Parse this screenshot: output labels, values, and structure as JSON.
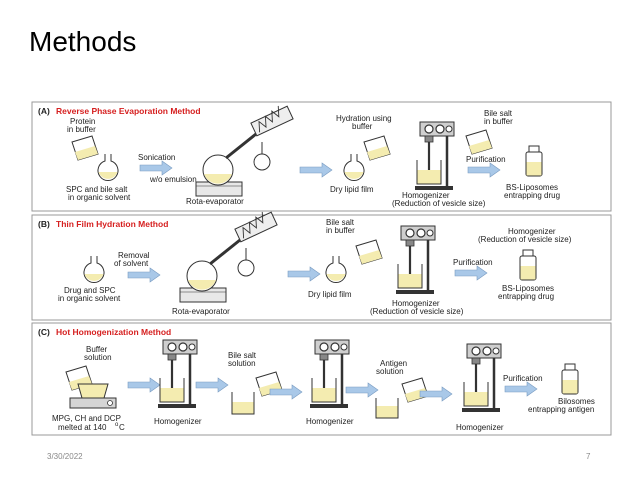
{
  "slide": {
    "title": "Methods",
    "date": "3/30/2022",
    "page": "7"
  },
  "colors": {
    "section_title": "#d62020",
    "arrow": "#a9c8e8",
    "panel_border": "#999999",
    "liquid": "#f4ecb0"
  },
  "panel_a": {
    "letter": "(A)",
    "title": "Reverse Phase Evaporation Method",
    "protein_l1": "Protein",
    "protein_l2": "in buffer",
    "spc_l1": "SPC and bile salt",
    "spc_l2": "in organic solvent",
    "sonication": "Sonication",
    "emulsion": "w/o emulsion",
    "rota": "Rota-evaporator",
    "hydration_l1": "Hydration using",
    "hydration_l2": "buffer",
    "dry_film": "Dry lipid film",
    "bile_l1": "Bile salt",
    "bile_l2": "in buffer",
    "homogenizer": "Homogenizer",
    "reduction": "(Reduction of vesicle size)",
    "purification": "Purification",
    "bs_l1": "BS-Liposomes",
    "bs_l2": "entrapping drug"
  },
  "panel_b": {
    "letter": "(B)",
    "title": "Thin Film Hydration Method",
    "drug_l1": "Drug and SPC",
    "drug_l2": "in organic solvent",
    "removal_l1": "Removal",
    "removal_l2": "of solvent",
    "rota": "Rota-evaporator",
    "bile_l1": "Bile salt",
    "bile_l2": "in buffer",
    "dry_film": "Dry lipid film",
    "homogenizer": "Homogenizer",
    "reduction": "(Reduction of vesicle size)",
    "homog_right_l1": "Homogenizer",
    "homog_right_l2": "(Reduction of vesicle size)",
    "purification": "Purification",
    "bs_l1": "BS-Liposomes",
    "bs_l2": "entrapping drug"
  },
  "panel_c": {
    "letter": "(C)",
    "title": "Hot Homogenization Method",
    "buffer_l1": "Buffer",
    "buffer_l2": "solution",
    "mpg_l1": "MPG, CH and DCP",
    "mpg_l2a": "melted at 140",
    "mpg_l2b": "C",
    "degree": "o",
    "homog1": "Homogenizer",
    "bile_l1": "Bile salt",
    "bile_l2": "solution",
    "homog2": "Homogenizer",
    "antigen_l1": "Antigen",
    "antigen_l2": "solution",
    "homog3": "Homogenizer",
    "purification": "Purification",
    "bilo_l1": "Bilosomes",
    "bilo_l2": "entrapping antigen"
  }
}
